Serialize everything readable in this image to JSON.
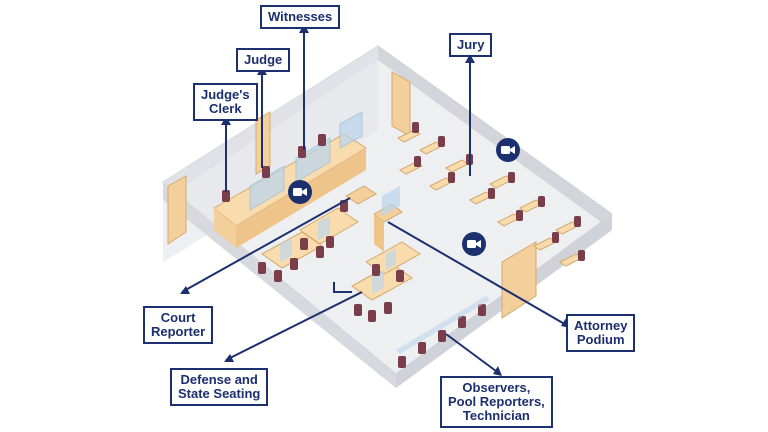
{
  "labels": {
    "witnesses": "Witnesses",
    "judge": "Judge",
    "judges_clerk_1": "Judge's",
    "judges_clerk_2": "Clerk",
    "jury": "Jury",
    "court_reporter_1": "Court",
    "court_reporter_2": "Reporter",
    "attorney_podium_1": "Attorney",
    "attorney_podium_2": "Podium",
    "defense_state_1": "Defense and",
    "defense_state_2": "State Seating",
    "observers_1": "Observers,",
    "observers_2": "Pool Reporters,",
    "observers_3": "Technician"
  },
  "colors": {
    "navy": "#1c2f6e",
    "floor": "#eeeff1",
    "wall": "#d3d5db",
    "wood": "#f3cf9c",
    "chair": "#7a3d4a",
    "glass": "#bcd6ec"
  },
  "icons": [
    "camera-icon",
    "camera-icon",
    "camera-icon",
    "camera-icon"
  ]
}
